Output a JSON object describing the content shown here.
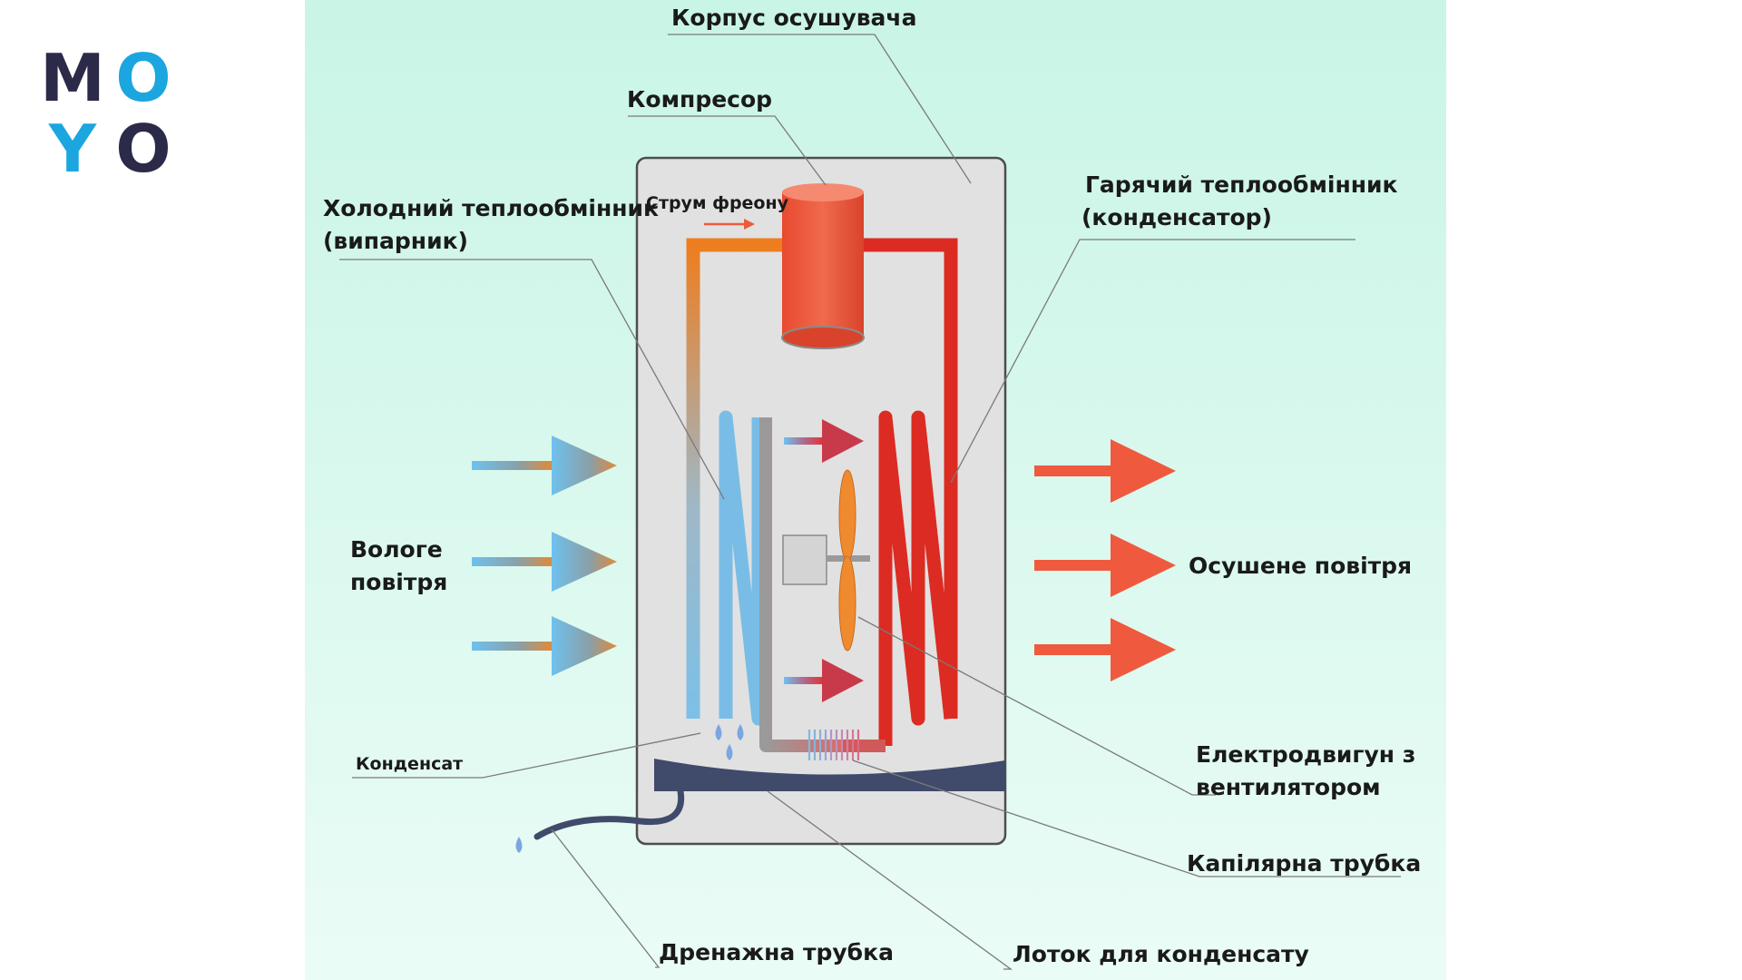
{
  "logo": {
    "letters": [
      "M",
      "O",
      "Y",
      "O"
    ],
    "colors": [
      "#2b2a48",
      "#1ba6e0",
      "#1ba6e0",
      "#2b2a48"
    ]
  },
  "labels": {
    "housing": "Корпус осушувача",
    "compressor": "Компресор",
    "evaporator_line1": "Холодний теплообмінник",
    "evaporator_line2": "(випарник)",
    "freon_flow": "Струм фреону",
    "condenser_line1": "Гарячий теплообмінник",
    "condenser_line2": "(конденсатор)",
    "humid_air_line1": "Вологе",
    "humid_air_line2": "повітря",
    "dry_air": "Осушене повітря",
    "condensate": "Конденсат",
    "motor_line1": "Електродвигун з",
    "motor_line2": "вентилятором",
    "capillary": "Капілярна трубка",
    "drain": "Дренажна трубка",
    "tray": "Лоток для конденсату"
  },
  "colors": {
    "background_top": "#c9f5e6",
    "background_bottom": "#eafcf6",
    "housing": "#e1e1e1",
    "hot_pipe": "#dc2b22",
    "cold_pipe": "#79bde6",
    "compressor": "#ec5a40",
    "dry_air_arrow": "#ef5a3e",
    "fan_blade": "#f08a2f",
    "tray": "#404a6a",
    "leader_line": "#7a7a7a"
  }
}
